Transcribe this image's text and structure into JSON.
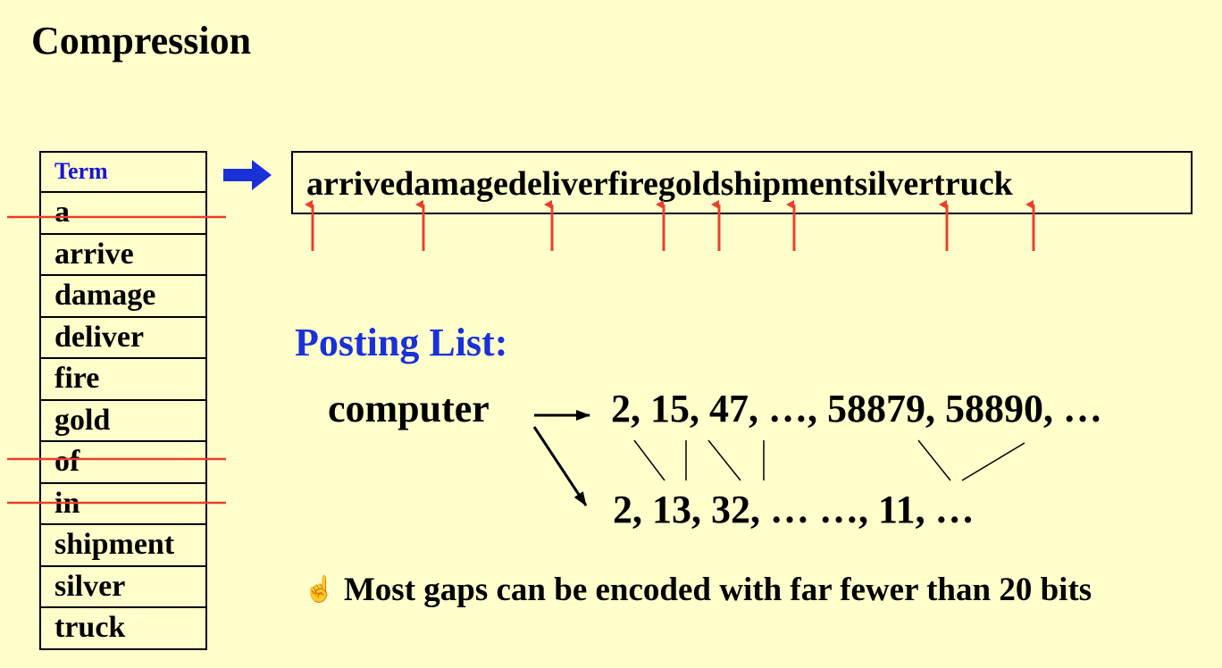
{
  "title": "Compression",
  "term_table": {
    "header": "Term",
    "rows": [
      {
        "term": "a",
        "struck": true
      },
      {
        "term": "arrive",
        "struck": false
      },
      {
        "term": "damage",
        "struck": false
      },
      {
        "term": "deliver",
        "struck": false
      },
      {
        "term": "fire",
        "struck": false
      },
      {
        "term": "gold",
        "struck": false
      },
      {
        "term": "of",
        "struck": true
      },
      {
        "term": "in",
        "struck": true
      },
      {
        "term": "shipment",
        "struck": false
      },
      {
        "term": "silver",
        "struck": false
      },
      {
        "term": "truck",
        "struck": false
      }
    ]
  },
  "dictionary_string": "arrivedamagedeliverfiregoldshipmentsilvertruck",
  "posting": {
    "heading": "Posting List:",
    "term": "computer",
    "postings": "2, 15, 47, …, 58879, 58890, …",
    "gaps": "2, 13, 32, … …, 11, …"
  },
  "note": {
    "icon": "pointing-hand-icon",
    "text": "Most gaps can be encoded with far fewer than 20 bits"
  },
  "colors": {
    "background": "#ffffcc",
    "heading_blue": "#1a30d8",
    "header_blue": "#1515d6",
    "arrow_blue": "#1a30d8",
    "strike_red": "#e8402c",
    "pointer_red": "#e8402c"
  }
}
